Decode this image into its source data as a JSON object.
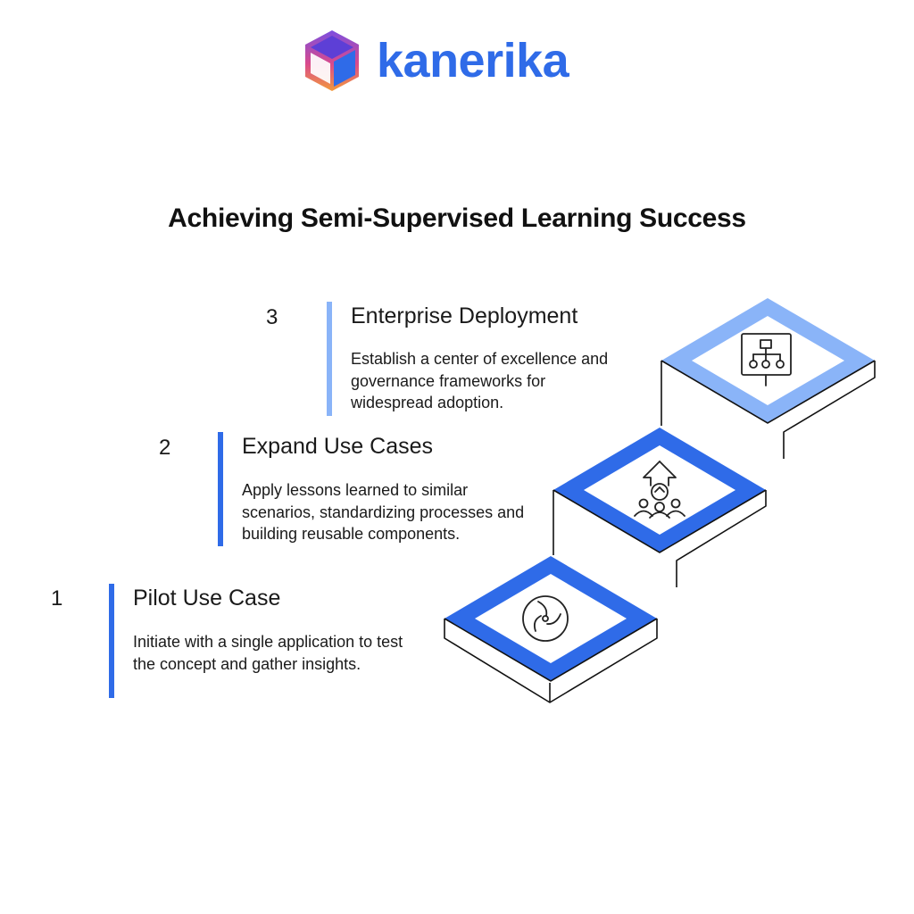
{
  "brand": {
    "name": "kanerika"
  },
  "title": "Achieving Semi-Supervised Learning Success",
  "colors": {
    "dark_blue": "#2f6be8",
    "light_blue": "#8ab4f8",
    "ink": "#1a1a1a"
  },
  "steps": [
    {
      "number": "1",
      "title": "Pilot Use Case",
      "description": "Initiate with a single application to test the concept and gather insights.",
      "icon": "recycle-cycle-icon"
    },
    {
      "number": "2",
      "title": "Expand Use Cases",
      "description": "Apply lessons learned to similar scenarios, standardizing processes and building reusable components.",
      "icon": "team-growth-icon"
    },
    {
      "number": "3",
      "title": "Enterprise Deployment",
      "description": "Establish a center of excellence and governance frameworks for widespread adoption.",
      "icon": "org-chart-presentation-icon"
    }
  ]
}
